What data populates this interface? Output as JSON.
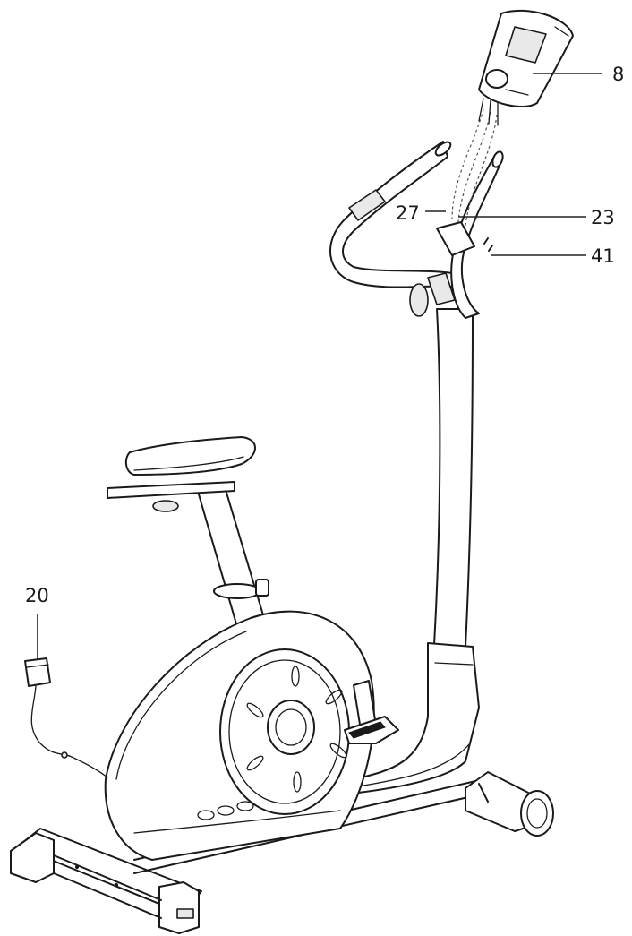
{
  "callouts": [
    {
      "id": "part-8",
      "label": "8"
    },
    {
      "id": "part-27",
      "label": "27"
    },
    {
      "id": "part-23",
      "label": "23"
    },
    {
      "id": "part-41",
      "label": "41"
    },
    {
      "id": "part-20",
      "label": "20"
    }
  ]
}
